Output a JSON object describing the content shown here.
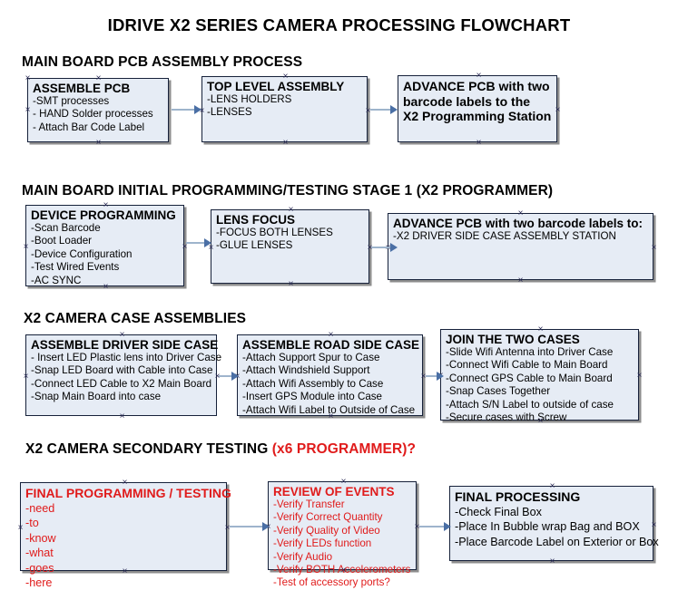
{
  "document": {
    "title": "IDRIVE X2  SERIES CAMERA PROCESSING FLOWCHART"
  },
  "colors": {
    "box_fill": "#e6ecf5",
    "box_border": "#16213a",
    "arrow_shaft": "#9eb4cc",
    "arrow_head": "#4a6fa5",
    "accent_red": "#e01b1b",
    "text": "#000000",
    "background": "#ffffff"
  },
  "sections": [
    {
      "heading": "MAIN BOARD PCB ASSEMBLY PROCESS",
      "heading_accent": "",
      "nodes": [
        {
          "title": "ASSEMBLE PCB",
          "lines": [
            "-SMT processes",
            "- HAND Solder processes",
            "- Attach Bar Code Label"
          ]
        },
        {
          "title": "TOP LEVEL ASSEMBLY",
          "lines": [
            "-LENS HOLDERS",
            "-LENSES"
          ]
        },
        {
          "title": "ADVANCE PCB with two",
          "lines": [
            "barcode labels to the",
            " X2 Programming Station"
          ]
        }
      ]
    },
    {
      "heading": "MAIN BOARD INITIAL PROGRAMMING/TESTING STAGE 1 (X2 PROGRAMMER)",
      "heading_accent": "",
      "nodes": [
        {
          "title": "DEVICE PROGRAMMING",
          "lines": [
            "-Scan Barcode",
            "-Boot Loader",
            "-Device Configuration",
            "-Test Wired Events",
            "-AC SYNC"
          ]
        },
        {
          "title": "LENS FOCUS",
          "lines": [
            "-FOCUS BOTH LENSES",
            "-GLUE LENSES"
          ]
        },
        {
          "title": "ADVANCE PCB with two barcode labels to:",
          "lines": [
            "-X2 DRIVER  SIDE  CASE  ASSEMBLY STATION"
          ]
        }
      ]
    },
    {
      "heading": "X2 CAMERA CASE ASSEMBLIES",
      "heading_accent": "",
      "nodes": [
        {
          "title": "ASSEMBLE DRIVER SIDE CASE",
          "lines": [
            "- Insert LED Plastic lens into Driver Case",
            "-Snap LED Board with Cable into Case",
            "-Connect LED Cable to X2 Main Board",
            "-Snap Main Board into case"
          ]
        },
        {
          "title": "ASSEMBLE ROAD SIDE CASE",
          "lines": [
            "-Attach Support Spur to Case",
            "-Attach Windshield Support",
            "-Attach Wifi Assembly to Case",
            "-Insert GPS Module into Case",
            "-Attach Wifi Label to Outside of Case"
          ]
        },
        {
          "title": "JOIN THE TWO CASES",
          "lines": [
            "-Slide Wifi Antenna into Driver Case",
            "-Connect Wifi Cable to Main Board",
            "-Connect GPS Cable to Main Board",
            "-Snap Cases Together",
            "-Attach S/N Label to outside of case",
            "-Secure cases with Screw"
          ]
        }
      ]
    },
    {
      "heading": "X2 CAMERA SECONDARY TESTING ",
      "heading_accent": "(x6 PROGRAMMER)?",
      "nodes": [
        {
          "title": "FINAL PROGRAMMING / TESTING",
          "lines": [
            "-need",
            "-to",
            "-know",
            "-what",
            "-goes",
            "-here"
          ]
        },
        {
          "title": "REVIEW OF EVENTS",
          "lines": [
            "-Verify Transfer",
            "-Verify Correct Quantity",
            "-Verify Quality of Video",
            "-Verify LEDs function",
            "-Verify Audio",
            "-Verify BOTH Accelerometers",
            "-Test of accessory ports?"
          ]
        },
        {
          "title": "FINAL PROCESSING",
          "lines": [
            " -Check Final Box",
            "-Place In Bubble wrap Bag and BOX",
            "-Place Barcode Label on Exterior or Box"
          ]
        }
      ]
    }
  ]
}
